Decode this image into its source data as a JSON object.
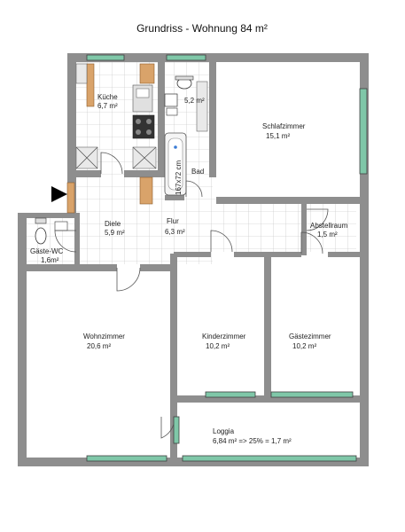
{
  "title": "Grundriss - Wohnung 84 m²",
  "rooms": {
    "kueche": {
      "name": "Küche",
      "area": "6,7 m²"
    },
    "bad_small": {
      "name": "",
      "area": "5,2 m²"
    },
    "schlaf": {
      "name": "Schlafzimmer",
      "area": "15,1 m²"
    },
    "bad": {
      "name": "Bad",
      "area": ""
    },
    "diele": {
      "name": "Diele",
      "area": "5,9 m²"
    },
    "flur": {
      "name": "Flur",
      "area": "6,3 m²"
    },
    "abstell": {
      "name": "Abstellraum",
      "area": "1,5 m²"
    },
    "gaeste_wc": {
      "name": "Gäste-WC",
      "area": "1,6m²"
    },
    "wohn": {
      "name": "Wohnzimmer",
      "area": "20,6 m²"
    },
    "kinder": {
      "name": "Kinderzimmer",
      "area": "10,2 m²"
    },
    "gaeste": {
      "name": "Gästezimmer",
      "area": "10,2 m²"
    },
    "loggia": {
      "name": "Loggia",
      "area": "6,84 m² => 25% = 1,7 m²"
    }
  },
  "bathtub_size": "167x72 cm",
  "colors": {
    "wall": "#8e8e8e",
    "window": "#7fc7a8",
    "wood": "#d9a36a",
    "tile_line": "#bdbdbd"
  }
}
